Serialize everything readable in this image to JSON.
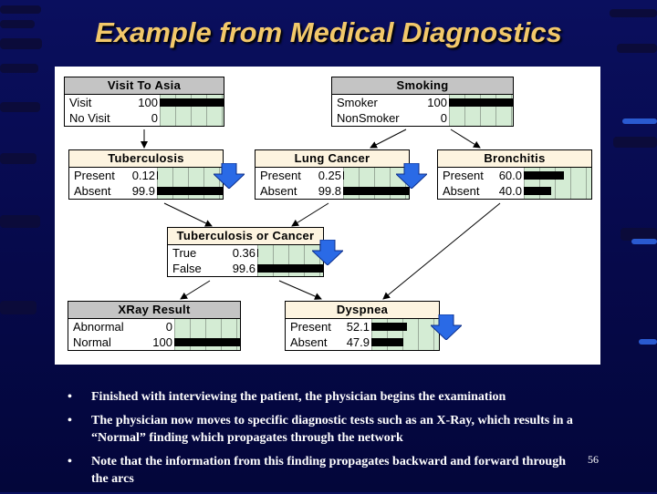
{
  "slide": {
    "title": "Example from Medical Diagnostics",
    "page_number": "56",
    "colors": {
      "background": "#06094a",
      "title": "#f2c86a",
      "bar_fill": "#000000",
      "bar_cell": "#d4ecd4",
      "arrow": "#2a6ae6"
    }
  },
  "nodes": {
    "visit_to_asia": {
      "title": "Visit To Asia",
      "observed": true,
      "states": [
        {
          "label": "Visit",
          "value": "100",
          "fraction": 1.0
        },
        {
          "label": "No Visit",
          "value": "0",
          "fraction": 0.0
        }
      ]
    },
    "smoking": {
      "title": "Smoking",
      "observed": true,
      "states": [
        {
          "label": "Smoker",
          "value": "100",
          "fraction": 1.0
        },
        {
          "label": "NonSmoker",
          "value": "0",
          "fraction": 0.0
        }
      ]
    },
    "tuberculosis": {
      "title": "Tuberculosis",
      "observed": false,
      "states": [
        {
          "label": "Present",
          "value": "0.12",
          "fraction": 0.0012
        },
        {
          "label": "Absent",
          "value": "99.9",
          "fraction": 0.999
        }
      ]
    },
    "lung_cancer": {
      "title": "Lung Cancer",
      "observed": false,
      "states": [
        {
          "label": "Present",
          "value": "0.25",
          "fraction": 0.0025
        },
        {
          "label": "Absent",
          "value": "99.8",
          "fraction": 0.998
        }
      ]
    },
    "bronchitis": {
      "title": "Bronchitis",
      "observed": false,
      "states": [
        {
          "label": "Present",
          "value": "60.0",
          "fraction": 0.6
        },
        {
          "label": "Absent",
          "value": "40.0",
          "fraction": 0.4
        }
      ]
    },
    "tb_or_cancer": {
      "title": "Tuberculosis or Cancer",
      "observed": false,
      "states": [
        {
          "label": "True",
          "value": "0.36",
          "fraction": 0.0036
        },
        {
          "label": "False",
          "value": "99.6",
          "fraction": 0.996
        }
      ]
    },
    "xray": {
      "title": "XRay Result",
      "observed": true,
      "states": [
        {
          "label": "Abnormal",
          "value": "0",
          "fraction": 0.0
        },
        {
          "label": "Normal",
          "value": "100",
          "fraction": 1.0
        }
      ]
    },
    "dyspnea": {
      "title": "Dyspnea",
      "observed": false,
      "states": [
        {
          "label": "Present",
          "value": "52.1",
          "fraction": 0.521
        },
        {
          "label": "Absent",
          "value": "47.9",
          "fraction": 0.479
        }
      ]
    }
  },
  "bullets": [
    {
      "text": "Finished with interviewing the patient, the physician begins the examination"
    },
    {
      "text": "The physician now moves to specific diagnostic tests such as an X-Ray, which results in a “Normal” finding which propagates through the network"
    },
    {
      "text": "Note that the information from this finding propagates backward and forward through the arcs"
    }
  ],
  "bullet_glyph": "•",
  "icons": {
    "update_arrow": "blue-down-arrow-icon"
  }
}
